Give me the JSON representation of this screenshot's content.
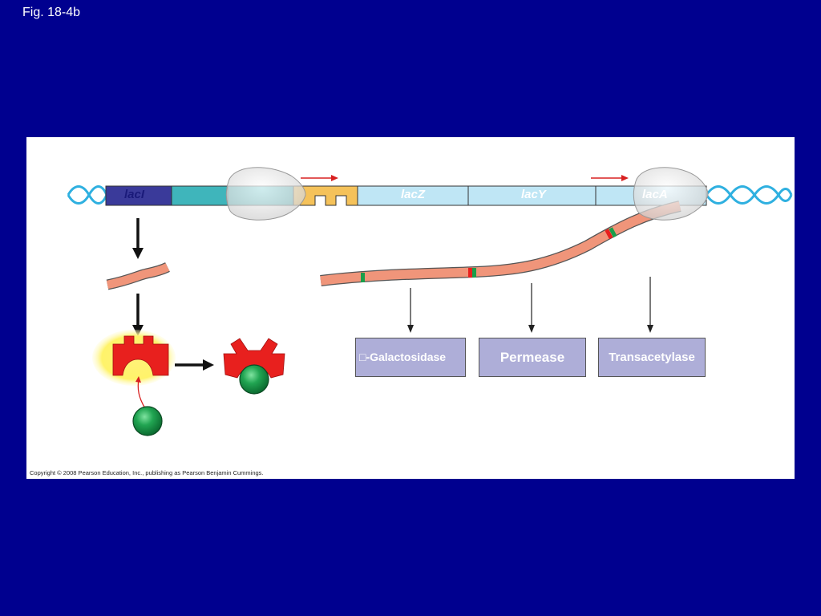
{
  "figure": {
    "label": "Fig. 18-4b",
    "copyright": "Copyright © 2008 Pearson Education, Inc., publishing as Pearson Benjamin Cummings."
  },
  "genes": {
    "laci": "lacI",
    "lacz": "lacZ",
    "lacy": "lacY",
    "laca": "lacA"
  },
  "proteins": {
    "galactosidase": "□-Galactosidase",
    "permease": "Permease",
    "transacetylase": "Transacetylase"
  },
  "colors": {
    "background": "#00008f",
    "repressor": "#e8201e",
    "inducer": "#1a9e4a",
    "mrna": "#f0957a",
    "laci_gene": "#3a3a9a",
    "promoter": "#3fb5bb",
    "operator": "#f5c25a",
    "structural_genes": "#bfe6f5",
    "protein_box": "#aeaed8",
    "rna_polymerase": "#e8e8e8"
  }
}
